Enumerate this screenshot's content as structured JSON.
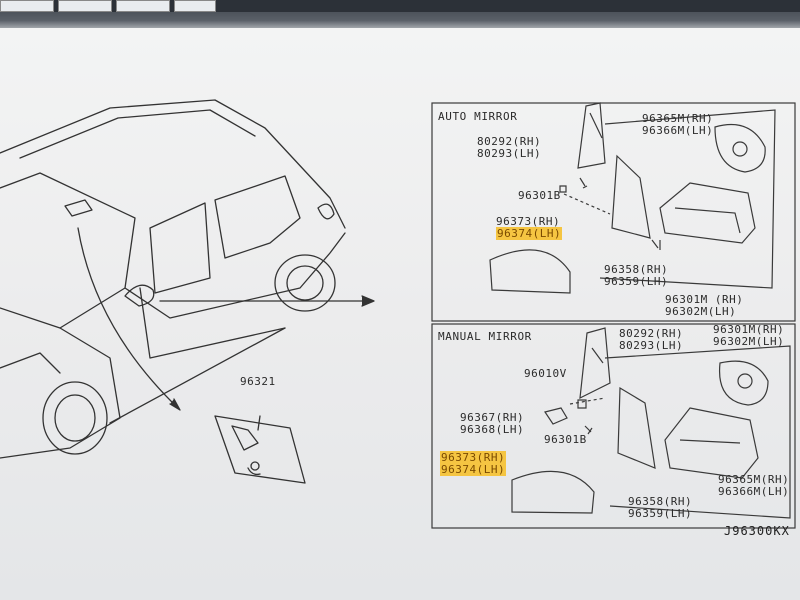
{
  "sections": {
    "auto_title": "AUTO MIRROR",
    "manual_title": "MANUAL MIRROR"
  },
  "car_parts": {
    "rear_mirror": "96321"
  },
  "auto": {
    "p80292": "80292(RH)",
    "p80293": "80293(LH)",
    "p96365": "96365M(RH)",
    "p96366": "96366M(LH)",
    "p96301b": "96301B",
    "p96373": "96373(RH)",
    "p96374": "96374(LH)",
    "p96358": "96358(RH)",
    "p96359": "96359(LH)",
    "p96301m": "96301M (RH)",
    "p96302m": "96302M(LH)"
  },
  "manual": {
    "p80292": "80292(RH)",
    "p80293": "80293(LH)",
    "p96301m": "96301M(RH)",
    "p96302m": "96302M(LH)",
    "p96010v": "96010V",
    "p96367": "96367(RH)",
    "p96368": "96368(LH)",
    "p96301b": "96301B",
    "p96373": "96373(RH)",
    "p96374": "96374(LH)",
    "p96365": "96365M(RH)",
    "p96366": "96366M(LH)",
    "p96358": "96358(RH)",
    "p96359": "96359(LH)"
  },
  "diagram_code": "J96300KX",
  "highlight_color": "#f5c542"
}
